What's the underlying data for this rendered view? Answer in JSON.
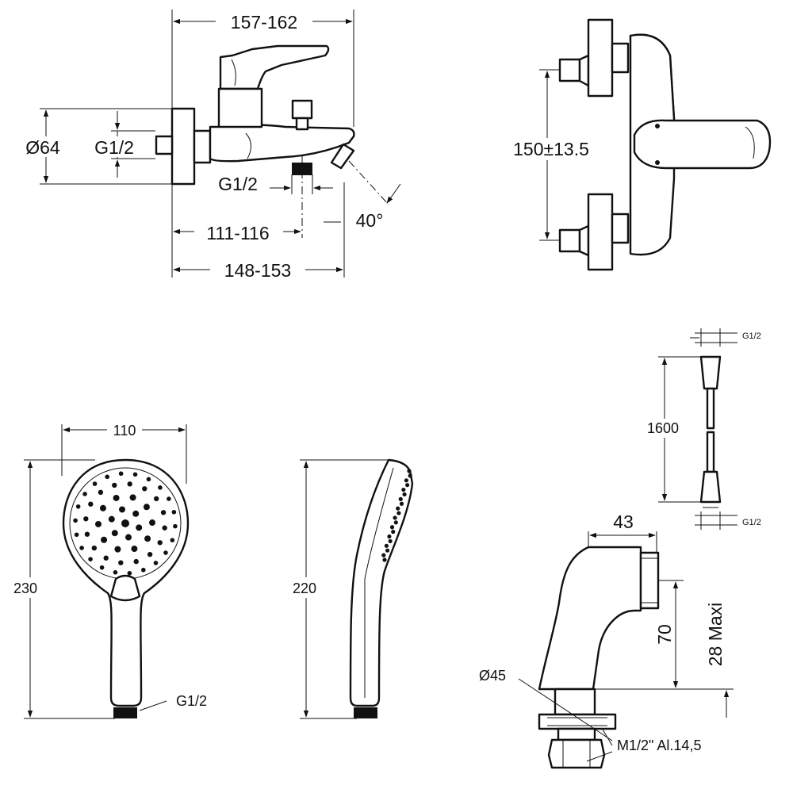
{
  "mixer_front_view": {
    "overall_width": "157-162",
    "diameter": "Ø64",
    "inlet_thread": "G1/2",
    "outlet_thread": "G1/2",
    "outlet_offset": "111-116",
    "spout_reach": "148-153",
    "spout_angle": "40°"
  },
  "mixer_top_view": {
    "center_distance": "150±13.5"
  },
  "hand_shower_front": {
    "width": "110",
    "height": "230",
    "connection_thread": "G1/2"
  },
  "hand_shower_side": {
    "height": "220"
  },
  "hose": {
    "length": "1600",
    "top_thread": "G1/2",
    "bottom_thread": "G1/2"
  },
  "eccentric": {
    "width": "43",
    "height": "70",
    "adjust": "28 Maxi",
    "diameter": "Ø45",
    "thread": "M1/2\" Al.14,5"
  }
}
